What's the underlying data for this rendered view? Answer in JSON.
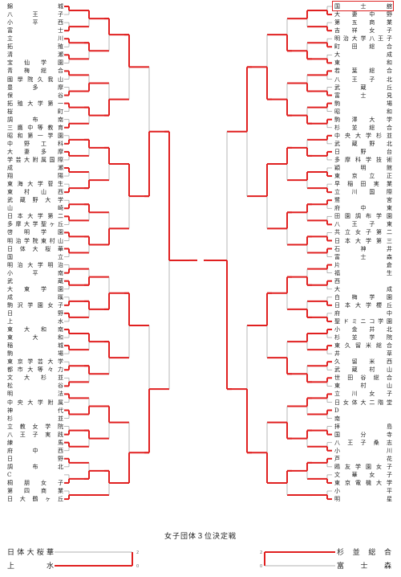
{
  "caption": "女子団体３位決定戦",
  "champion": "国士舘",
  "left_teams": [
    "錦城",
    "八王子",
    "小平西",
    "富士",
    "立川",
    "拓殖",
    "清瀬",
    "宝仙学園",
    "青梅総合",
    "國學院久我山",
    "豊多摩",
    "保谷",
    "拓殖大学第一",
    "桜町",
    "調布南",
    "三鷹中等教育",
    "昭和第一学園",
    "中野工科",
    "大妻多摩",
    "学芸大附属国際",
    "成瀬",
    "翔陽",
    "東海大学菅生",
    "東村山西",
    "武蔵野大学",
    "山崎",
    "日本大学第二",
    "多摩大学聖ヶ丘",
    "啓明学園",
    "明治学院東村山",
    "日体大桜華",
    "国立",
    "明治大学明治",
    "小平南",
    "武蔵",
    "大東学園",
    "成蹊",
    "駒沢学園女子",
    "日野",
    "上水",
    "東大和南",
    "東大和",
    "稲城",
    "駒場",
    "東京学芸大学",
    "都市大等々力",
    "文大杉並",
    "松谷",
    "明法",
    "中央大学附属",
    "神代",
    "杉並",
    "立教女学院",
    "八王子実践",
    "練馬",
    "府中西",
    "日野",
    "調布北",
    "C",
    "桐朋女子",
    "第四商業",
    "日大鶴ヶ丘"
  ],
  "right_teams": [
    "国士舘",
    "大妻中野",
    "第五商業",
    "吉祥女子",
    "明治大学八王子",
    "町田総合",
    "大成",
    "東和",
    "若葉総合",
    "八王子北",
    "武蔵丘",
    "富士見",
    "駒場",
    "昭和",
    "駒澤大学",
    "杉並総合",
    "中央大学杉並",
    "武蔵野北",
    "日野台",
    "多摩科学技術",
    "穎明館",
    "東京立正",
    "早稲田実業",
    "立川国際",
    "鷺宮",
    "府中東",
    "田園調布学園",
    "八王子東",
    "共立女子第二",
    "日本大学第三",
    "石神井",
    "富士森",
    "片倉",
    "福生",
    "西",
    "大成",
    "白梅学園",
    "日本大学櫻丘",
    "府中",
    "聖ドミニコ学園",
    "小金井北",
    "杉並学院",
    "東久留米総合",
    "井草",
    "久留米西",
    "武蔵村山",
    "世田谷総合",
    "東村山",
    "立川女子",
    "日女体大二階堂",
    "D",
    "南",
    "拝島",
    "国分寺",
    "八王子桑志",
    "小川",
    "芦花",
    "鴎友学園女子",
    "文華女子",
    "東京電機大学",
    "小平",
    "明星"
  ],
  "third_place": {
    "left": [
      "日体大桜華",
      "上水"
    ],
    "right": [
      "杉並総合",
      "富士森"
    ],
    "scores": [
      "2",
      "0",
      "2",
      "0"
    ]
  },
  "colors": {
    "winner_line": "#e02020",
    "line": "#999999",
    "box": "#dd2222"
  }
}
